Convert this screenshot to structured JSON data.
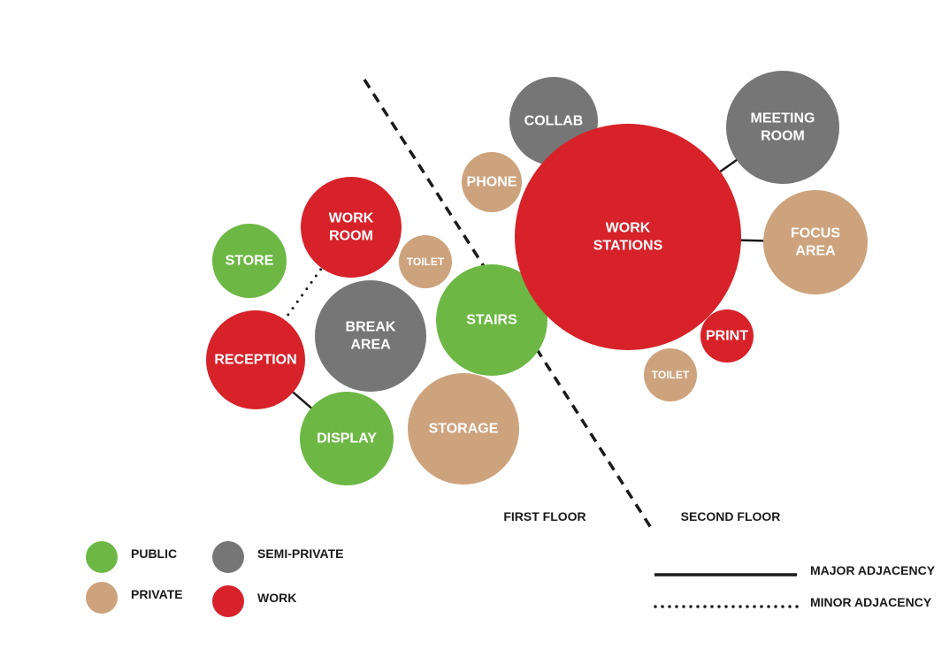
{
  "colors": {
    "public": "#6db844",
    "private": "#cda37d",
    "semi_private": "#767676",
    "work": "#d7222a",
    "line": "#1a1a1a"
  },
  "spaces": [
    {
      "id": "store",
      "lines": [
        "STORE"
      ],
      "category": "public"
    },
    {
      "id": "work-room",
      "lines": [
        "WORK",
        "ROOM"
      ],
      "category": "work"
    },
    {
      "id": "toilet-first",
      "lines": [
        "TOILET"
      ],
      "category": "private"
    },
    {
      "id": "reception",
      "lines": [
        "RECEPTION"
      ],
      "category": "work"
    },
    {
      "id": "break-area",
      "lines": [
        "BREAK",
        "AREA"
      ],
      "category": "semi_private"
    },
    {
      "id": "stairs",
      "lines": [
        "STAIRS"
      ],
      "category": "public"
    },
    {
      "id": "display",
      "lines": [
        "DISPLAY"
      ],
      "category": "public"
    },
    {
      "id": "storage",
      "lines": [
        "STORAGE"
      ],
      "category": "private"
    },
    {
      "id": "phone",
      "lines": [
        "PHONE"
      ],
      "category": "private"
    },
    {
      "id": "collab",
      "lines": [
        "COLLAB"
      ],
      "category": "semi_private"
    },
    {
      "id": "work-stations",
      "lines": [
        "WORK",
        "STATIONS"
      ],
      "category": "work"
    },
    {
      "id": "meeting-room",
      "lines": [
        "MEETING",
        "ROOM"
      ],
      "category": "semi_private"
    },
    {
      "id": "focus-area",
      "lines": [
        "FOCUS",
        "AREA"
      ],
      "category": "private"
    },
    {
      "id": "print",
      "lines": [
        "PRINT"
      ],
      "category": "work"
    },
    {
      "id": "toilet-second",
      "lines": [
        "TOILET"
      ],
      "category": "private"
    }
  ],
  "adjacencies": [
    {
      "from": "reception",
      "to": "display",
      "type": "major"
    },
    {
      "from": "reception",
      "to": "work-room",
      "type": "minor"
    },
    {
      "from": "work-stations",
      "to": "meeting-room",
      "type": "major"
    },
    {
      "from": "work-stations",
      "to": "focus-area",
      "type": "major"
    }
  ],
  "floors": {
    "first": "FIRST FLOOR",
    "second": "SECOND FLOOR"
  },
  "legend": {
    "public": "PUBLIC",
    "private": "PRIVATE",
    "semi_private": "SEMI-PRIVATE",
    "work": "WORK",
    "major": "MAJOR ADJACENCY",
    "minor": "MINOR ADJACENCY"
  }
}
